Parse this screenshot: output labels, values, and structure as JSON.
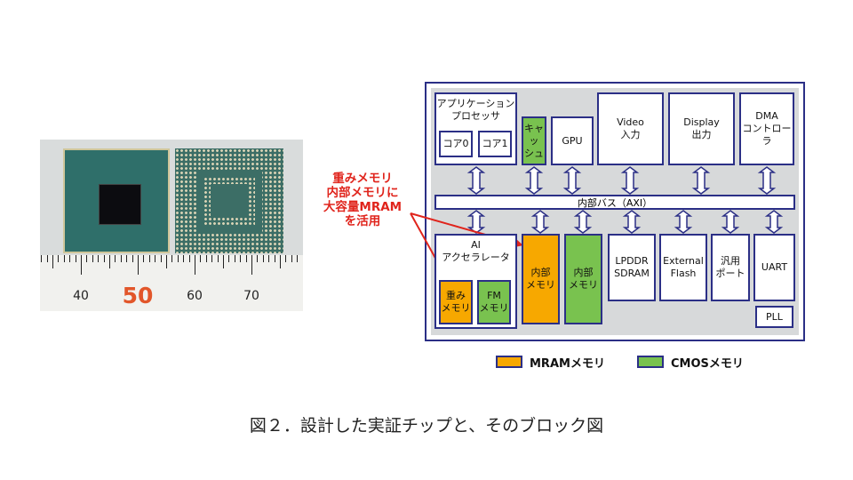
{
  "photo": {
    "ruler_labels": [
      "40",
      "50",
      "60",
      "70"
    ]
  },
  "annotation": {
    "lines": [
      "重みメモリ",
      "内部メモリに",
      "大容量MRAM",
      "を活用"
    ]
  },
  "diagram": {
    "app_processor": "アプリケーション\nプロセッサ",
    "core0": "コア0",
    "core1": "コア1",
    "cache": "キャッ\nシュ",
    "gpu": "GPU",
    "video_in": "Video\n入力",
    "display_out": "Display\n出力",
    "dma": "DMA\nコントローラ",
    "bus": "内部バス（AXI）",
    "ai_accel": "AI\nアクセラレータ",
    "weight_mem": "重み\nメモリ",
    "fm_mem": "FM\nメモリ",
    "internal_mem_mram": "内部\nメモリ",
    "internal_mem_cmos": "内部\nメモリ",
    "lpddr": "LPDDR\nSDRAM",
    "ext_flash": "External\nFlash",
    "gp_port": "汎用\nポート",
    "uart": "UART",
    "pll": "PLL"
  },
  "legend": {
    "mram": "MRAMメモリ",
    "cmos": "CMOSメモリ"
  },
  "colors": {
    "mram": "#f7a800",
    "cmos": "#79c24f",
    "border": "#2b2f86",
    "annotation": "#e0241c"
  },
  "caption": "図２．設計した実証チップと、そのブロック図"
}
